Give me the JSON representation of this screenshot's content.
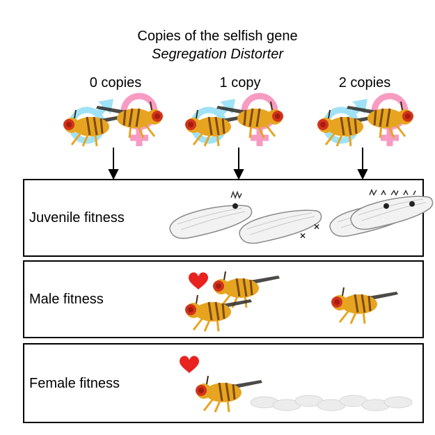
{
  "title": {
    "line1": "Copies of the selfish gene",
    "line2": "Segregation Distorter"
  },
  "columns": [
    {
      "label": "0 copies"
    },
    {
      "label": "1 copy"
    },
    {
      "label": "2 copies"
    }
  ],
  "panels": [
    {
      "label": "Juvenile fitness"
    },
    {
      "label": "Male fitness"
    },
    {
      "label": "Female fitness"
    }
  ],
  "colors": {
    "male_symbol": "#9fe2f7",
    "female_symbol": "#f79bc2",
    "fly_body": "#e7a420",
    "fly_stripe": "#7a4a10",
    "fly_eye": "#d2331a",
    "heart": "#e8221f",
    "larva_fill": "#f2f2f2",
    "larva_stroke": "#8a8a8a"
  }
}
